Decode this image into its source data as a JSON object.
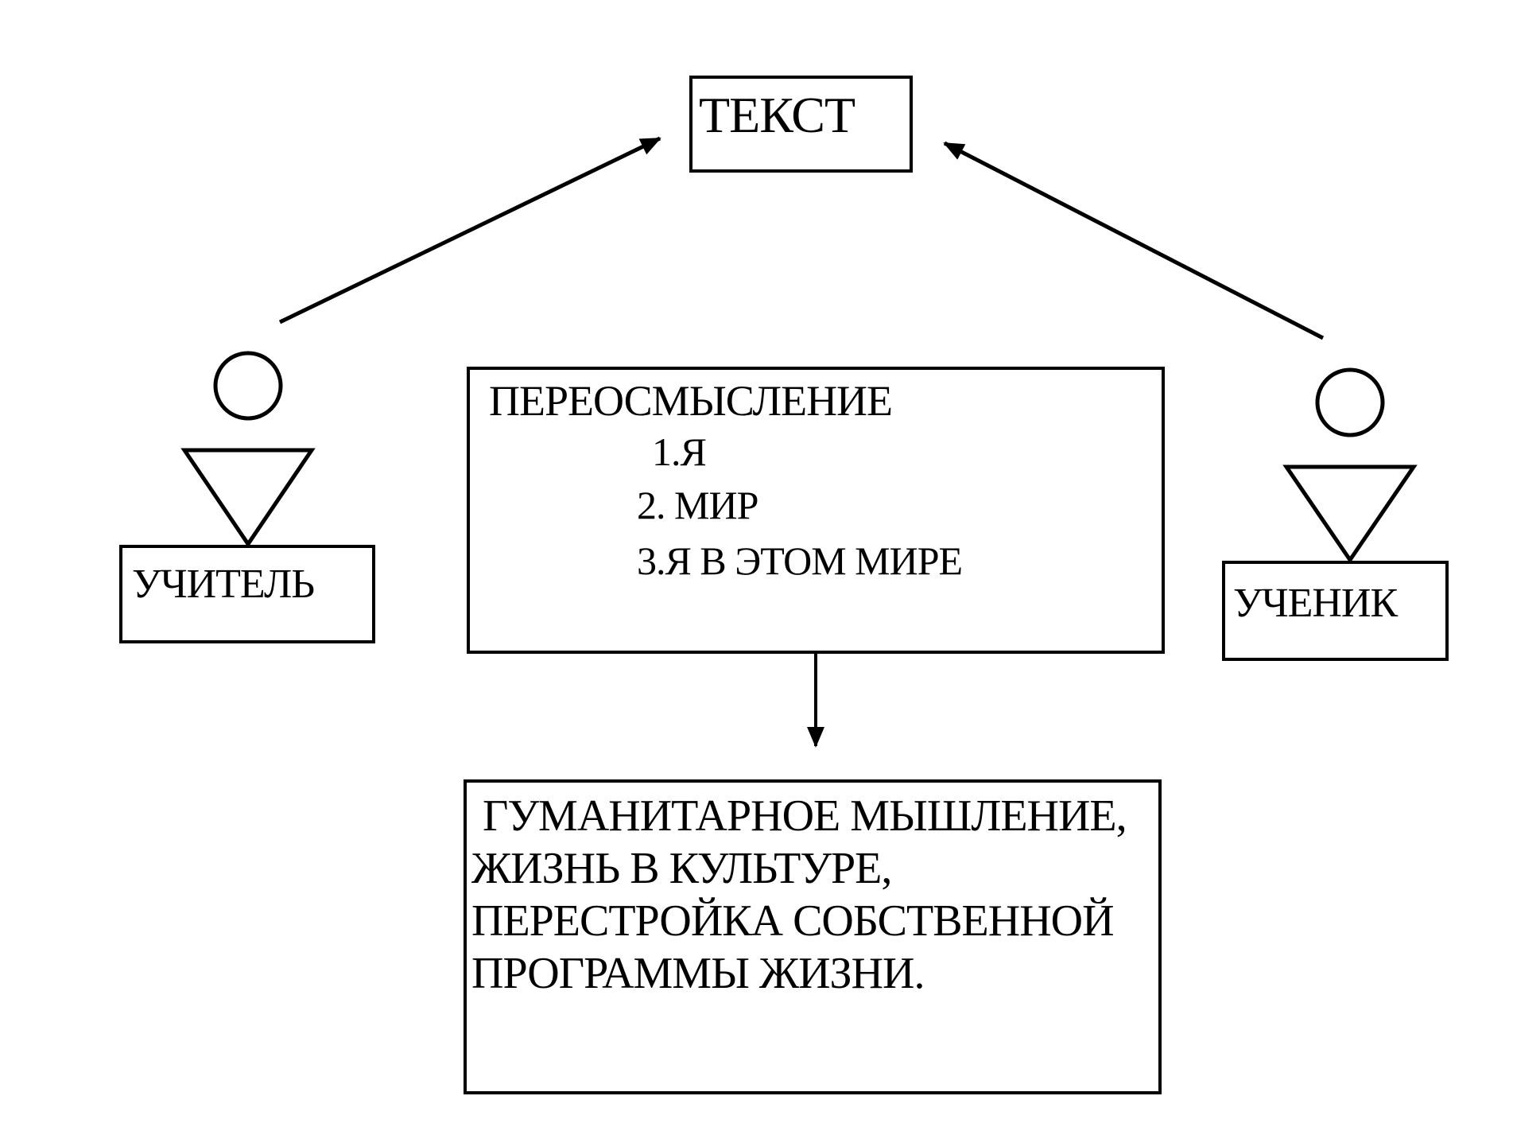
{
  "nodes": {
    "text": {
      "label": "ТЕКСТ"
    },
    "teacher": {
      "label": "УЧИТЕЛЬ"
    },
    "student": {
      "label": "УЧЕНИК"
    },
    "rethinking": {
      "title": "ПЕРЕОСМЫСЛЕНИЕ",
      "items": [
        "1.Я",
        "2. МИР",
        "3.Я В ЭТОМ МИРЕ"
      ]
    },
    "result": {
      "lines": [
        "ГУМАНИТАРНОЕ МЫШЛЕНИЕ,",
        "ЖИЗНЬ В КУЛЬТУРЕ,",
        "ПЕРЕСТРОЙКА СОБСТВЕННОЙ",
        "ПРОГРАММЫ ЖИЗНИ."
      ]
    }
  },
  "figures": {
    "teacher": {
      "icon": "person-icon",
      "shapes": [
        "circle",
        "triangle-down"
      ]
    },
    "student": {
      "icon": "person-icon",
      "shapes": [
        "circle",
        "triangle-down"
      ]
    }
  },
  "edges": [
    {
      "from": "teacher",
      "to": "text"
    },
    {
      "from": "student",
      "to": "text"
    },
    {
      "from": "rethinking",
      "to": "result"
    }
  ],
  "colors": {
    "stroke": "#000000",
    "background": "#ffffff"
  }
}
